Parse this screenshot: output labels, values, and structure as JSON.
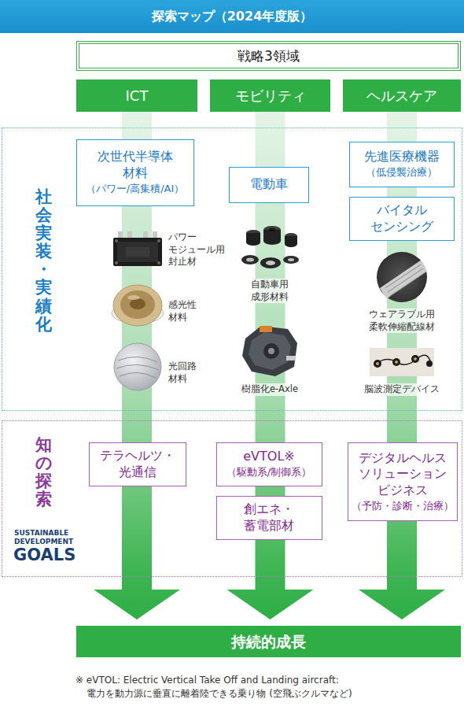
{
  "diagram": {
    "title": "探索マップ（2024年度版）",
    "nodes": [
      {
        "text": [
          "戦略3領域"
        ]
      },
      {
        "text": [
          "ICT"
        ]
      },
      {
        "text": [
          "モビリティ"
        ]
      },
      {
        "text": [
          "ヘルスケア"
        ]
      },
      {
        "text": [
          "社会実装・実績化"
        ]
      },
      {
        "text": [
          "次世代半導体 材料",
          "（パワー/高集積/AI）"
        ],
        "in": 4
      },
      {
        "text": [
          "電動車"
        ],
        "in": 4
      },
      {
        "text": [
          "先進医療機器",
          "（低侵襲治療）"
        ],
        "in": 4
      },
      {
        "text": [
          "バイタル センシング"
        ],
        "in": 4
      },
      {
        "text": [
          "知の探索"
        ]
      },
      {
        "text": [
          "テラヘルツ・ 光通信"
        ],
        "in": 9
      },
      {
        "text": [
          "eVTOL※",
          "（駆動系/制御系）"
        ],
        "in": 9
      },
      {
        "text": [
          "創エネ・ 蓄電部材"
        ],
        "in": 9
      },
      {
        "text": [
          "デジタルヘルス ソリューション ビジネス",
          "（予防・診断・治療）"
        ],
        "in": 9
      },
      {
        "text": [
          "持続的成長"
        ]
      }
    ],
    "edges": [
      {
        "from": 1,
        "to": 14,
        "arrow": "to"
      },
      {
        "from": 2,
        "to": 14,
        "arrow": "to"
      },
      {
        "from": 3,
        "to": 14,
        "arrow": "to"
      }
    ],
    "labels": [
      "パワー モジュール用 封止材",
      "感光性 材料",
      "光回路 材料",
      "自動車用 成形材料",
      "樹脂化e-Axle",
      "ウェアラブル用 柔軟伸縮配線材",
      "脳波測定デバイス",
      "SUSTAINABLE",
      "DEVELOPMENT",
      "GOALS",
      "※ eVTOL: Electric Vertical Take Off and Landing aircraft: 電力を動力源に垂直に離着陸できる乗り物 (空飛ぶクルマなど)"
    ]
  }
}
